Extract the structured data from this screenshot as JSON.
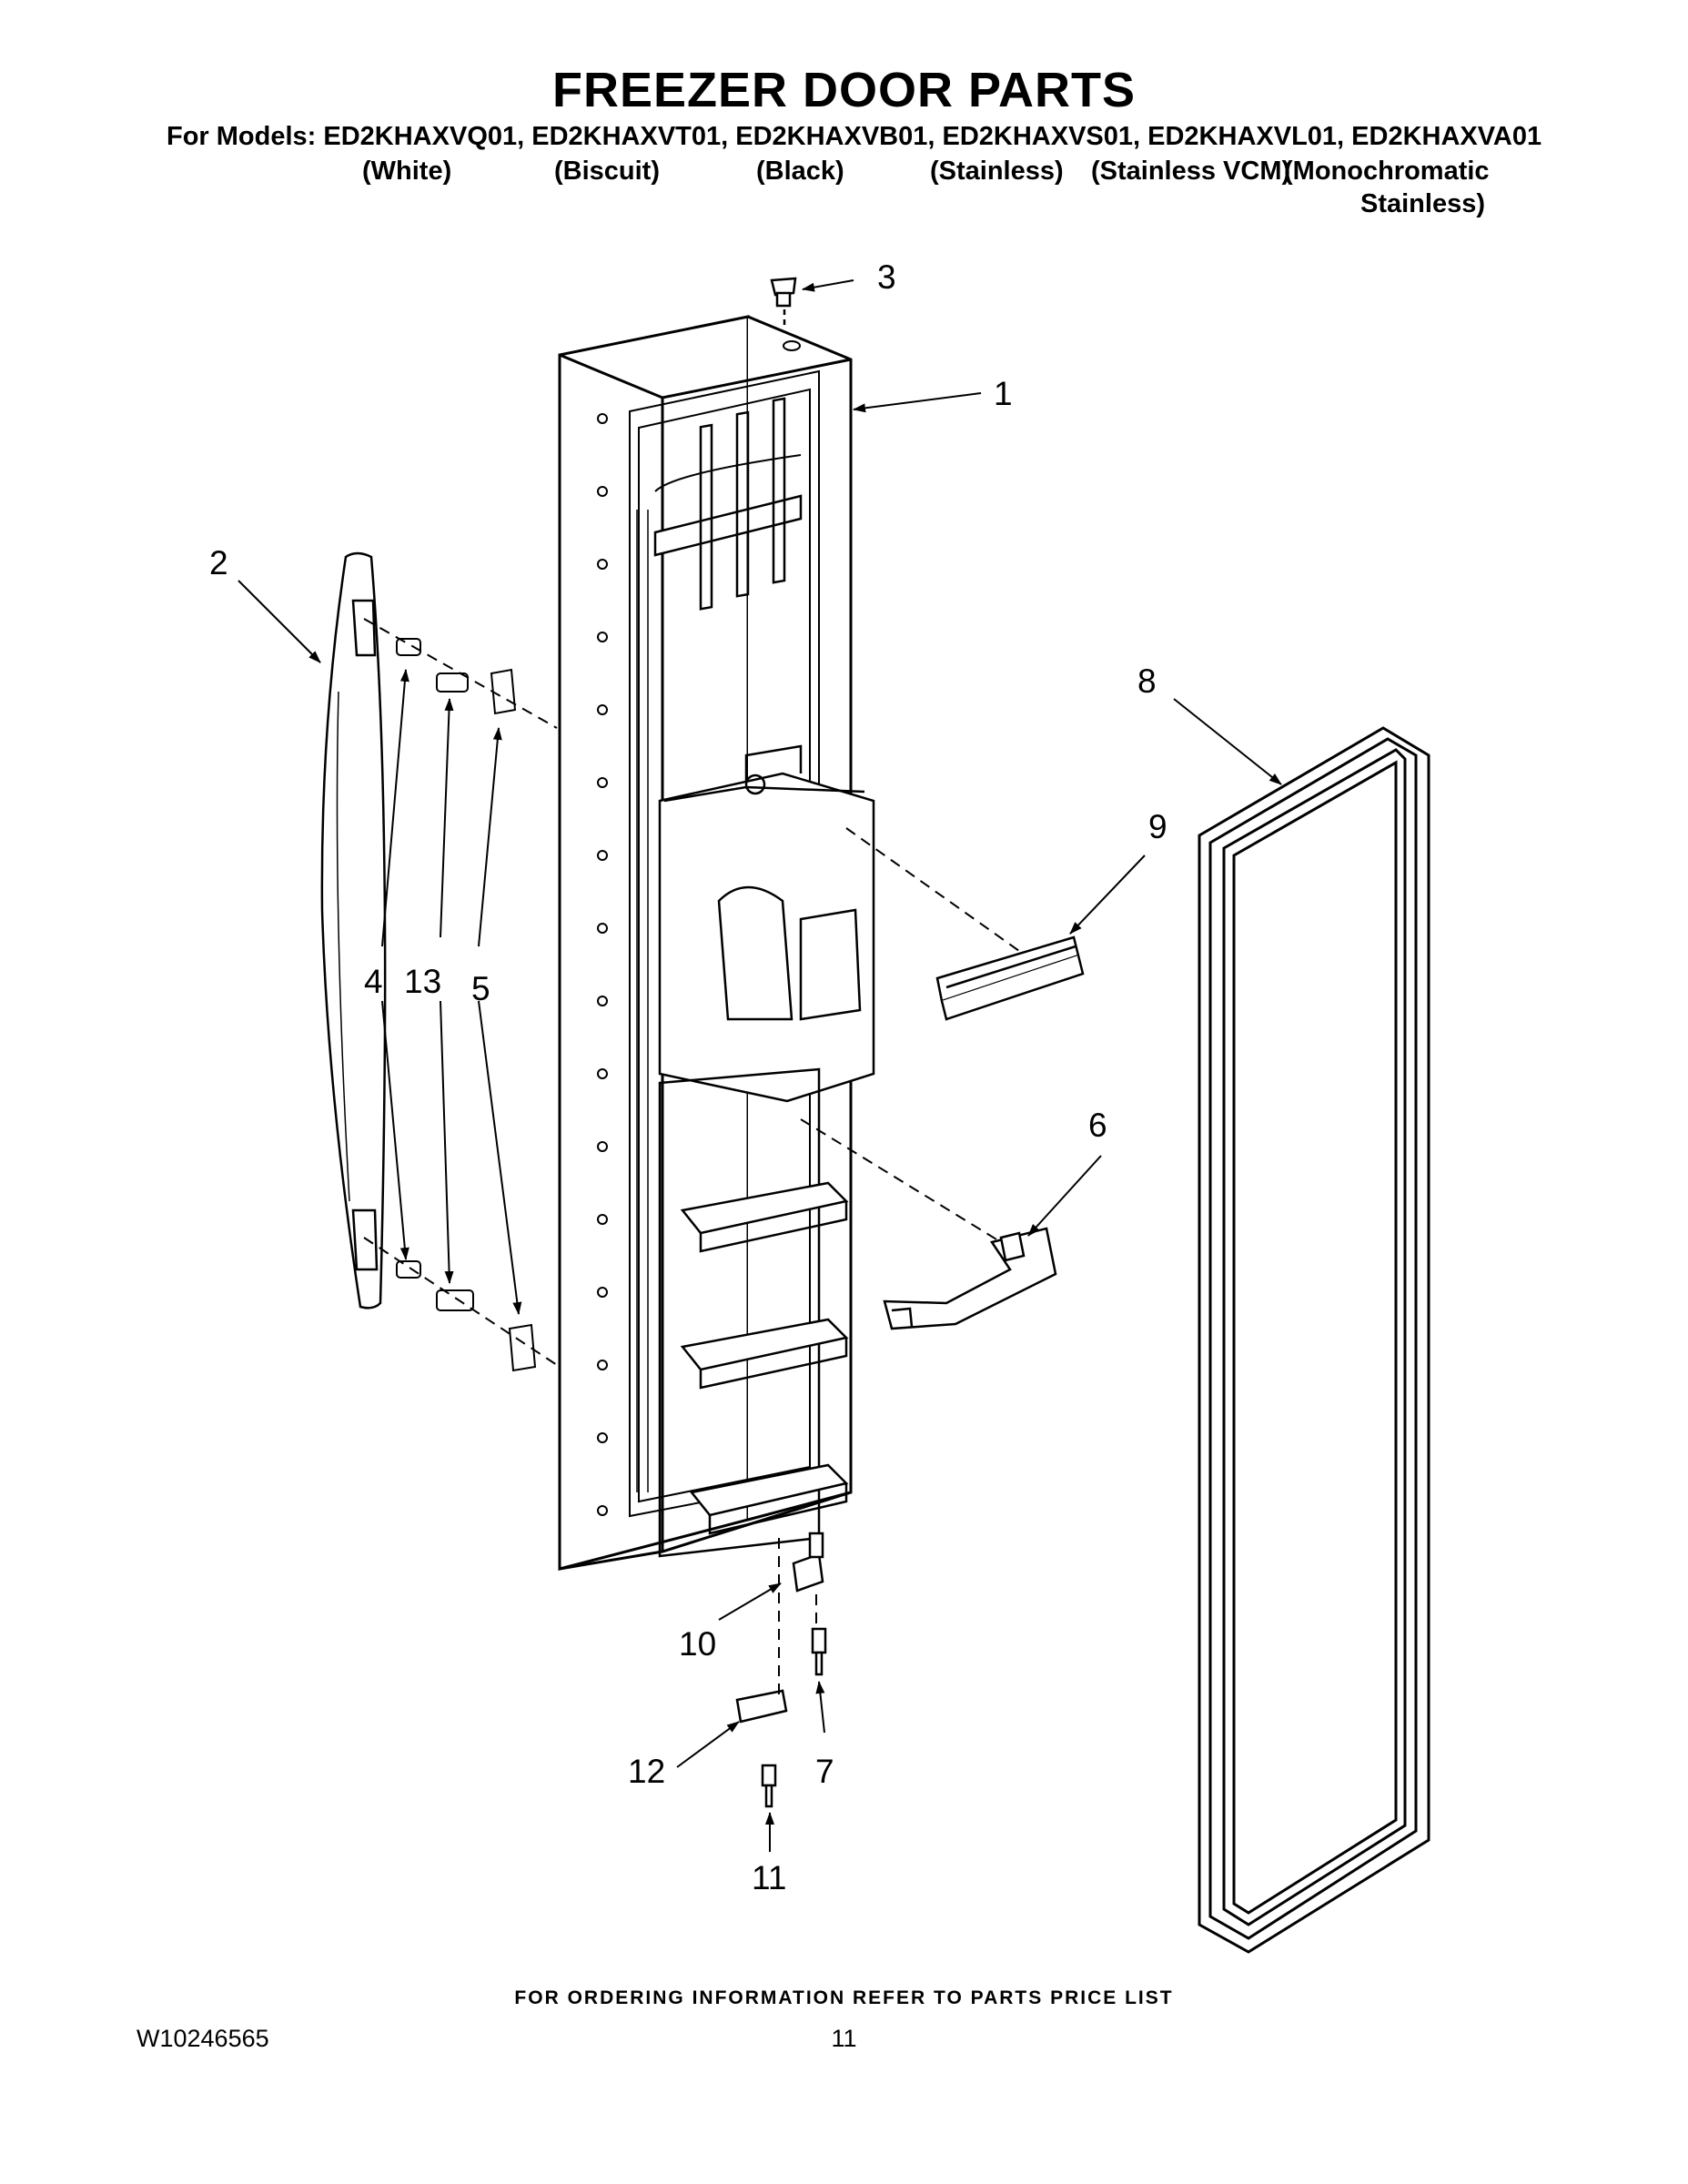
{
  "header": {
    "title": "FREEZER DOOR PARTS",
    "models_line": "For Models: ED2KHAXVQ01, ED2KHAXVT01, ED2KHAXVB01, ED2KHAXVS01, ED2KHAXVL01, ED2KHAXVA01",
    "finishes": [
      "(White)",
      "(Biscuit)",
      "(Black)",
      "(Stainless)",
      "(Stainless VCM)",
      "(Monochromatic",
      "Stainless)"
    ]
  },
  "callouts": {
    "part_1": "1",
    "part_2": "2",
    "part_3": "3",
    "part_4": "4",
    "part_5": "5",
    "part_6": "6",
    "part_7": "7",
    "part_8": "8",
    "part_9": "9",
    "part_10": "10",
    "part_11": "11",
    "part_12": "12",
    "part_13": "13"
  },
  "footer": {
    "ordering_note": "FOR ORDERING INFORMATION REFER TO PARTS PRICE LIST",
    "document_number": "W10246565",
    "page_number": "11"
  }
}
